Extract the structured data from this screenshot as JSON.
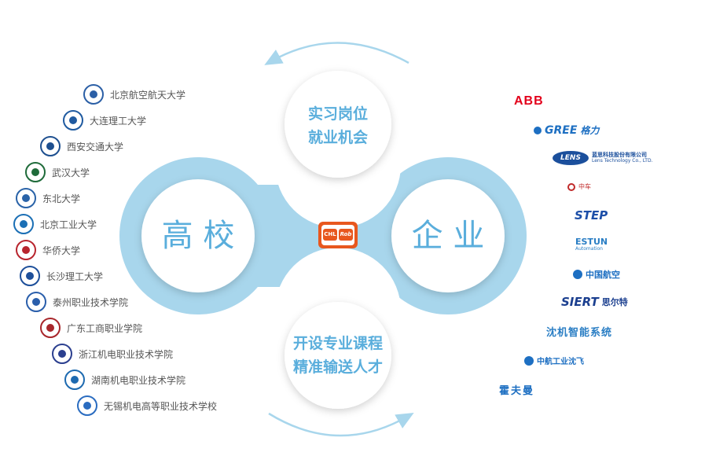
{
  "universities": [
    {
      "name": "北京航空航天大学",
      "color": "#2b5fa6"
    },
    {
      "name": "大连理工大学",
      "color": "#1f5aa0"
    },
    {
      "name": "西安交通大学",
      "color": "#1d4f8f"
    },
    {
      "name": "武汉大学",
      "color": "#1f6b3a"
    },
    {
      "name": "东北大学",
      "color": "#2a63a8"
    },
    {
      "name": "北京工业大学",
      "color": "#1b6fb5"
    },
    {
      "name": "华侨大学",
      "color": "#b8252e"
    },
    {
      "name": "长沙理工大学",
      "color": "#1d4f9a"
    },
    {
      "name": "泰州职业技术学院",
      "color": "#2a5eab"
    },
    {
      "name": "广东工商职业学院",
      "color": "#a8262b"
    },
    {
      "name": "浙江机电职业技术学院",
      "color": "#2b3f8f"
    },
    {
      "name": "湖南机电职业技术学院",
      "color": "#1d6ab0"
    },
    {
      "name": "无锡机电高等职业技术学校",
      "color": "#2a6cc0"
    }
  ],
  "center": {
    "left": "高 校",
    "right": "企 业",
    "top_line1": "实习岗位",
    "top_line2": "就业机会",
    "bottom_line1": "开设专业课程",
    "bottom_line2": "精准输送人才",
    "logo_left": "CHL",
    "logo_right": "Rob"
  },
  "enterprises": {
    "abb": "ABB",
    "gree": "GREE",
    "gree_cn": "格力",
    "lens": "LENS",
    "lens_cn": "蓝思科技股份有限公司",
    "lens_en": "Lens Technology Co., LTD.",
    "zhongche": "中车",
    "step": "STEP",
    "estun": "ESTUN",
    "estun_sub": "Automation",
    "avic": "中国航空",
    "siert": "SIERT",
    "siert_cn": "思尔特",
    "shenji": "沈机智能系统",
    "avic_sf": "中航工业沈飞",
    "huofuman": "霍夫曼"
  },
  "colors": {
    "ring": "#a8d6ec",
    "accent": "#5aaedc",
    "enterprise_blue": "#1d6fc2",
    "abb_red": "#e3001b"
  }
}
